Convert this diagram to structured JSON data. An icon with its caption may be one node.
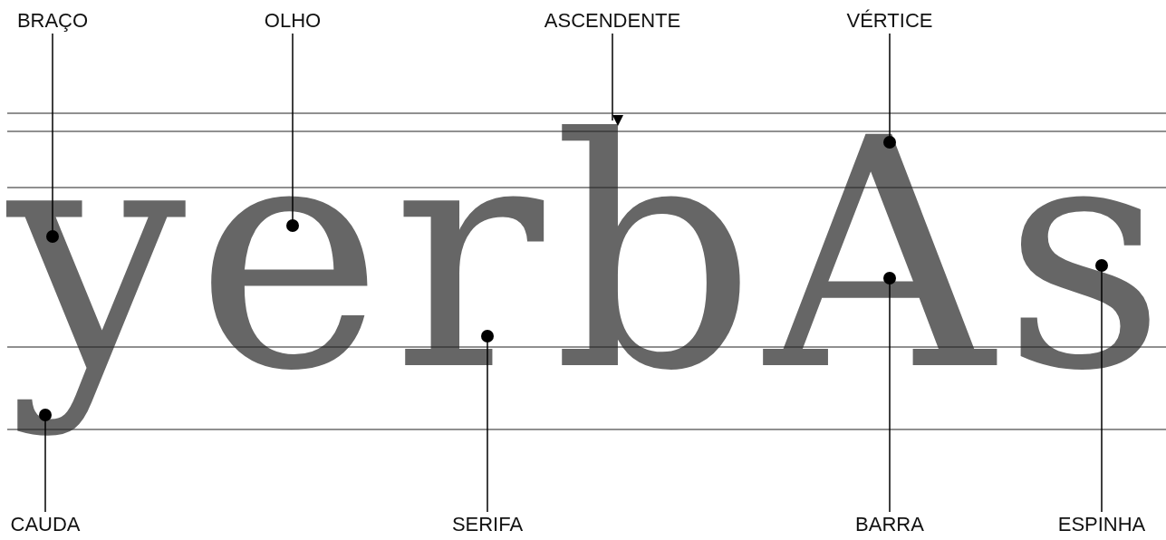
{
  "diagram": {
    "nodes": [
      {
        "text": [
          "BRAÇO"
        ]
      },
      {
        "text": [
          "OLHO"
        ]
      },
      {
        "text": [
          "ASCENDENTE"
        ]
      },
      {
        "text": [
          "VÉRTICE"
        ]
      },
      {
        "text": [
          "CAUDA"
        ]
      },
      {
        "text": [
          "SERIFA"
        ]
      },
      {
        "text": [
          "BARRA"
        ]
      },
      {
        "text": [
          "ESPINHA"
        ]
      },
      {
        "text": [
          "yerbAs"
        ]
      }
    ],
    "edges": [
      {
        "from": 0,
        "to": 8,
        "arrow": "other"
      },
      {
        "from": 1,
        "to": 8,
        "arrow": "other"
      },
      {
        "from": 2,
        "to": 8,
        "arrow": "to"
      },
      {
        "from": 3,
        "to": 8,
        "arrow": "other"
      },
      {
        "from": 4,
        "to": 8,
        "arrow": "other"
      },
      {
        "from": 5,
        "to": 8,
        "arrow": "other"
      },
      {
        "from": 6,
        "to": 8,
        "arrow": "other"
      },
      {
        "from": 7,
        "to": 8,
        "arrow": "other"
      }
    ]
  }
}
